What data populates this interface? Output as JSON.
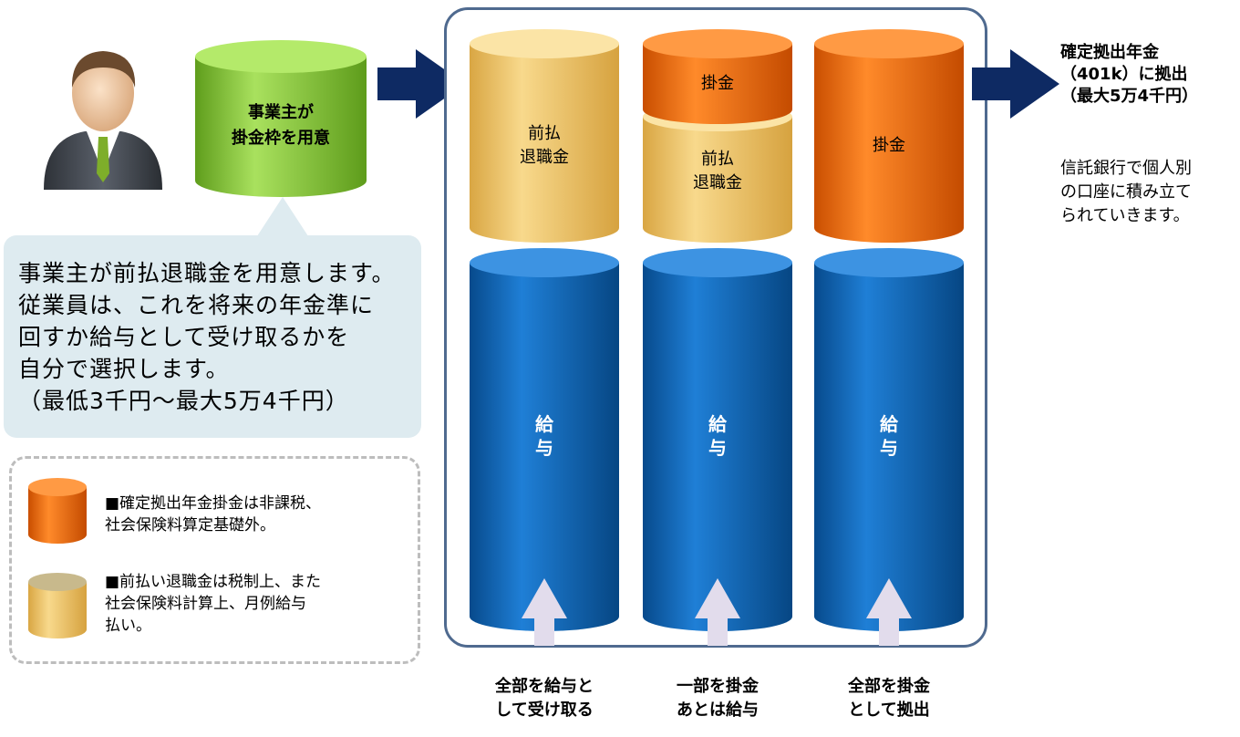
{
  "employer_cylinder": {
    "line1": "事業主が",
    "line2": "掛金枠を用意"
  },
  "bubble": {
    "lines": [
      "事業主が前払退職金を用意します。",
      "従業員は、これを将来の年金準に",
      "回すか給与として受け取るかを",
      "自分で選択します。",
      "（最低3千円〜最大5万4千円）"
    ]
  },
  "legend": {
    "item1": {
      "line1": "■確定拠出年金掛金は非課税、",
      "line2": "社会保険料算定基礎外。"
    },
    "item2": {
      "line1": "■前払い退職金は税制上、また",
      "line2": "社会保険料計算上、月例給与",
      "line3": "払い。"
    }
  },
  "columns": [
    {
      "top_label_1": "前払",
      "top_label_2": "退職金",
      "salary_1": "給",
      "salary_2": "与",
      "caption_1": "全部を給与と",
      "caption_2": "して受け取る"
    },
    {
      "top_label": "掛金",
      "mid_label_1": "前払",
      "mid_label_2": "退職金",
      "salary_1": "給",
      "salary_2": "与",
      "caption_1": "一部を掛金",
      "caption_2": "あとは給与"
    },
    {
      "top_label": "掛金",
      "salary_1": "給",
      "salary_2": "与",
      "caption_1": "全部を掛金",
      "caption_2": "として拠出"
    }
  ],
  "right": {
    "title_1": "確定拠出年金",
    "title_2": "（401k）に拠出",
    "title_3": "（最大5万4千円）",
    "note_1": "信託銀行で個人別",
    "note_2": "の口座に積み立て",
    "note_3": "られていきます。"
  },
  "colors": {
    "green": "#8ccf3e",
    "orange": "#f06a10",
    "tan": "#f2c66a",
    "blue": "#0b63b5",
    "navy_arrow": "#0e2a63",
    "panel_border": "#4f6a8f",
    "bubble_bg": "#deebf0"
  }
}
